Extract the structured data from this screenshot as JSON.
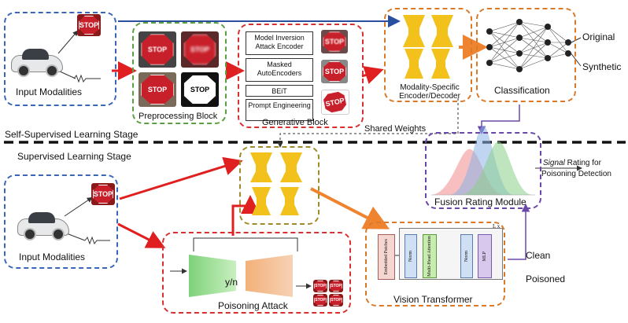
{
  "top": {
    "input_modalities": "Input Modalities",
    "preprocessing_block": "Preprocessing Block",
    "generative_block": "Generative Block",
    "generative_items": [
      "Model Inversion Attack Encoder",
      "Masked AutoEncoders",
      "BEiT",
      "Prompt Engineering"
    ],
    "encoder_decoder": "Modality-Specific Encoder/Decoder",
    "classification": "Classification",
    "original": "Original",
    "synthetic": "Synthetic",
    "shared_weights": "Shared Weights",
    "stage_label": "Self-Supervised Learning Stage",
    "stop_text": "STOP"
  },
  "bottom": {
    "stage_label": "Supervised Learning Stage",
    "input_modalities": "Input Modalities",
    "poisoning_attack": "Poisoning Attack",
    "yn": "y/n",
    "fusion_rating_module": "Fusion Rating Module",
    "signal_word": "Signal",
    "signal_rest": " Rating for",
    "poisoning_detection": "Poisoning Detection",
    "vision_transformer": "Vision Transformer",
    "clean": "Clean",
    "poisoned": "Poisoned",
    "embedded_patches": "Embedded Patches",
    "vit_norm1": "Norm",
    "vit_mha": "Multi-Head Attention",
    "vit_norm2": "Norm",
    "vit_mlp": "MLP",
    "vit_lx": "L x"
  },
  "colors": {
    "blue_border": "#3a66b8",
    "green_border": "#5aa040",
    "red_border": "#d83030",
    "orange_border": "#d87a28",
    "olive_border": "#a08a2a",
    "purple_border": "#6a48a8",
    "funnel_yellow": "#f3c11c",
    "red_arrow": "#e02020",
    "orange_arrow": "#ef8430"
  }
}
